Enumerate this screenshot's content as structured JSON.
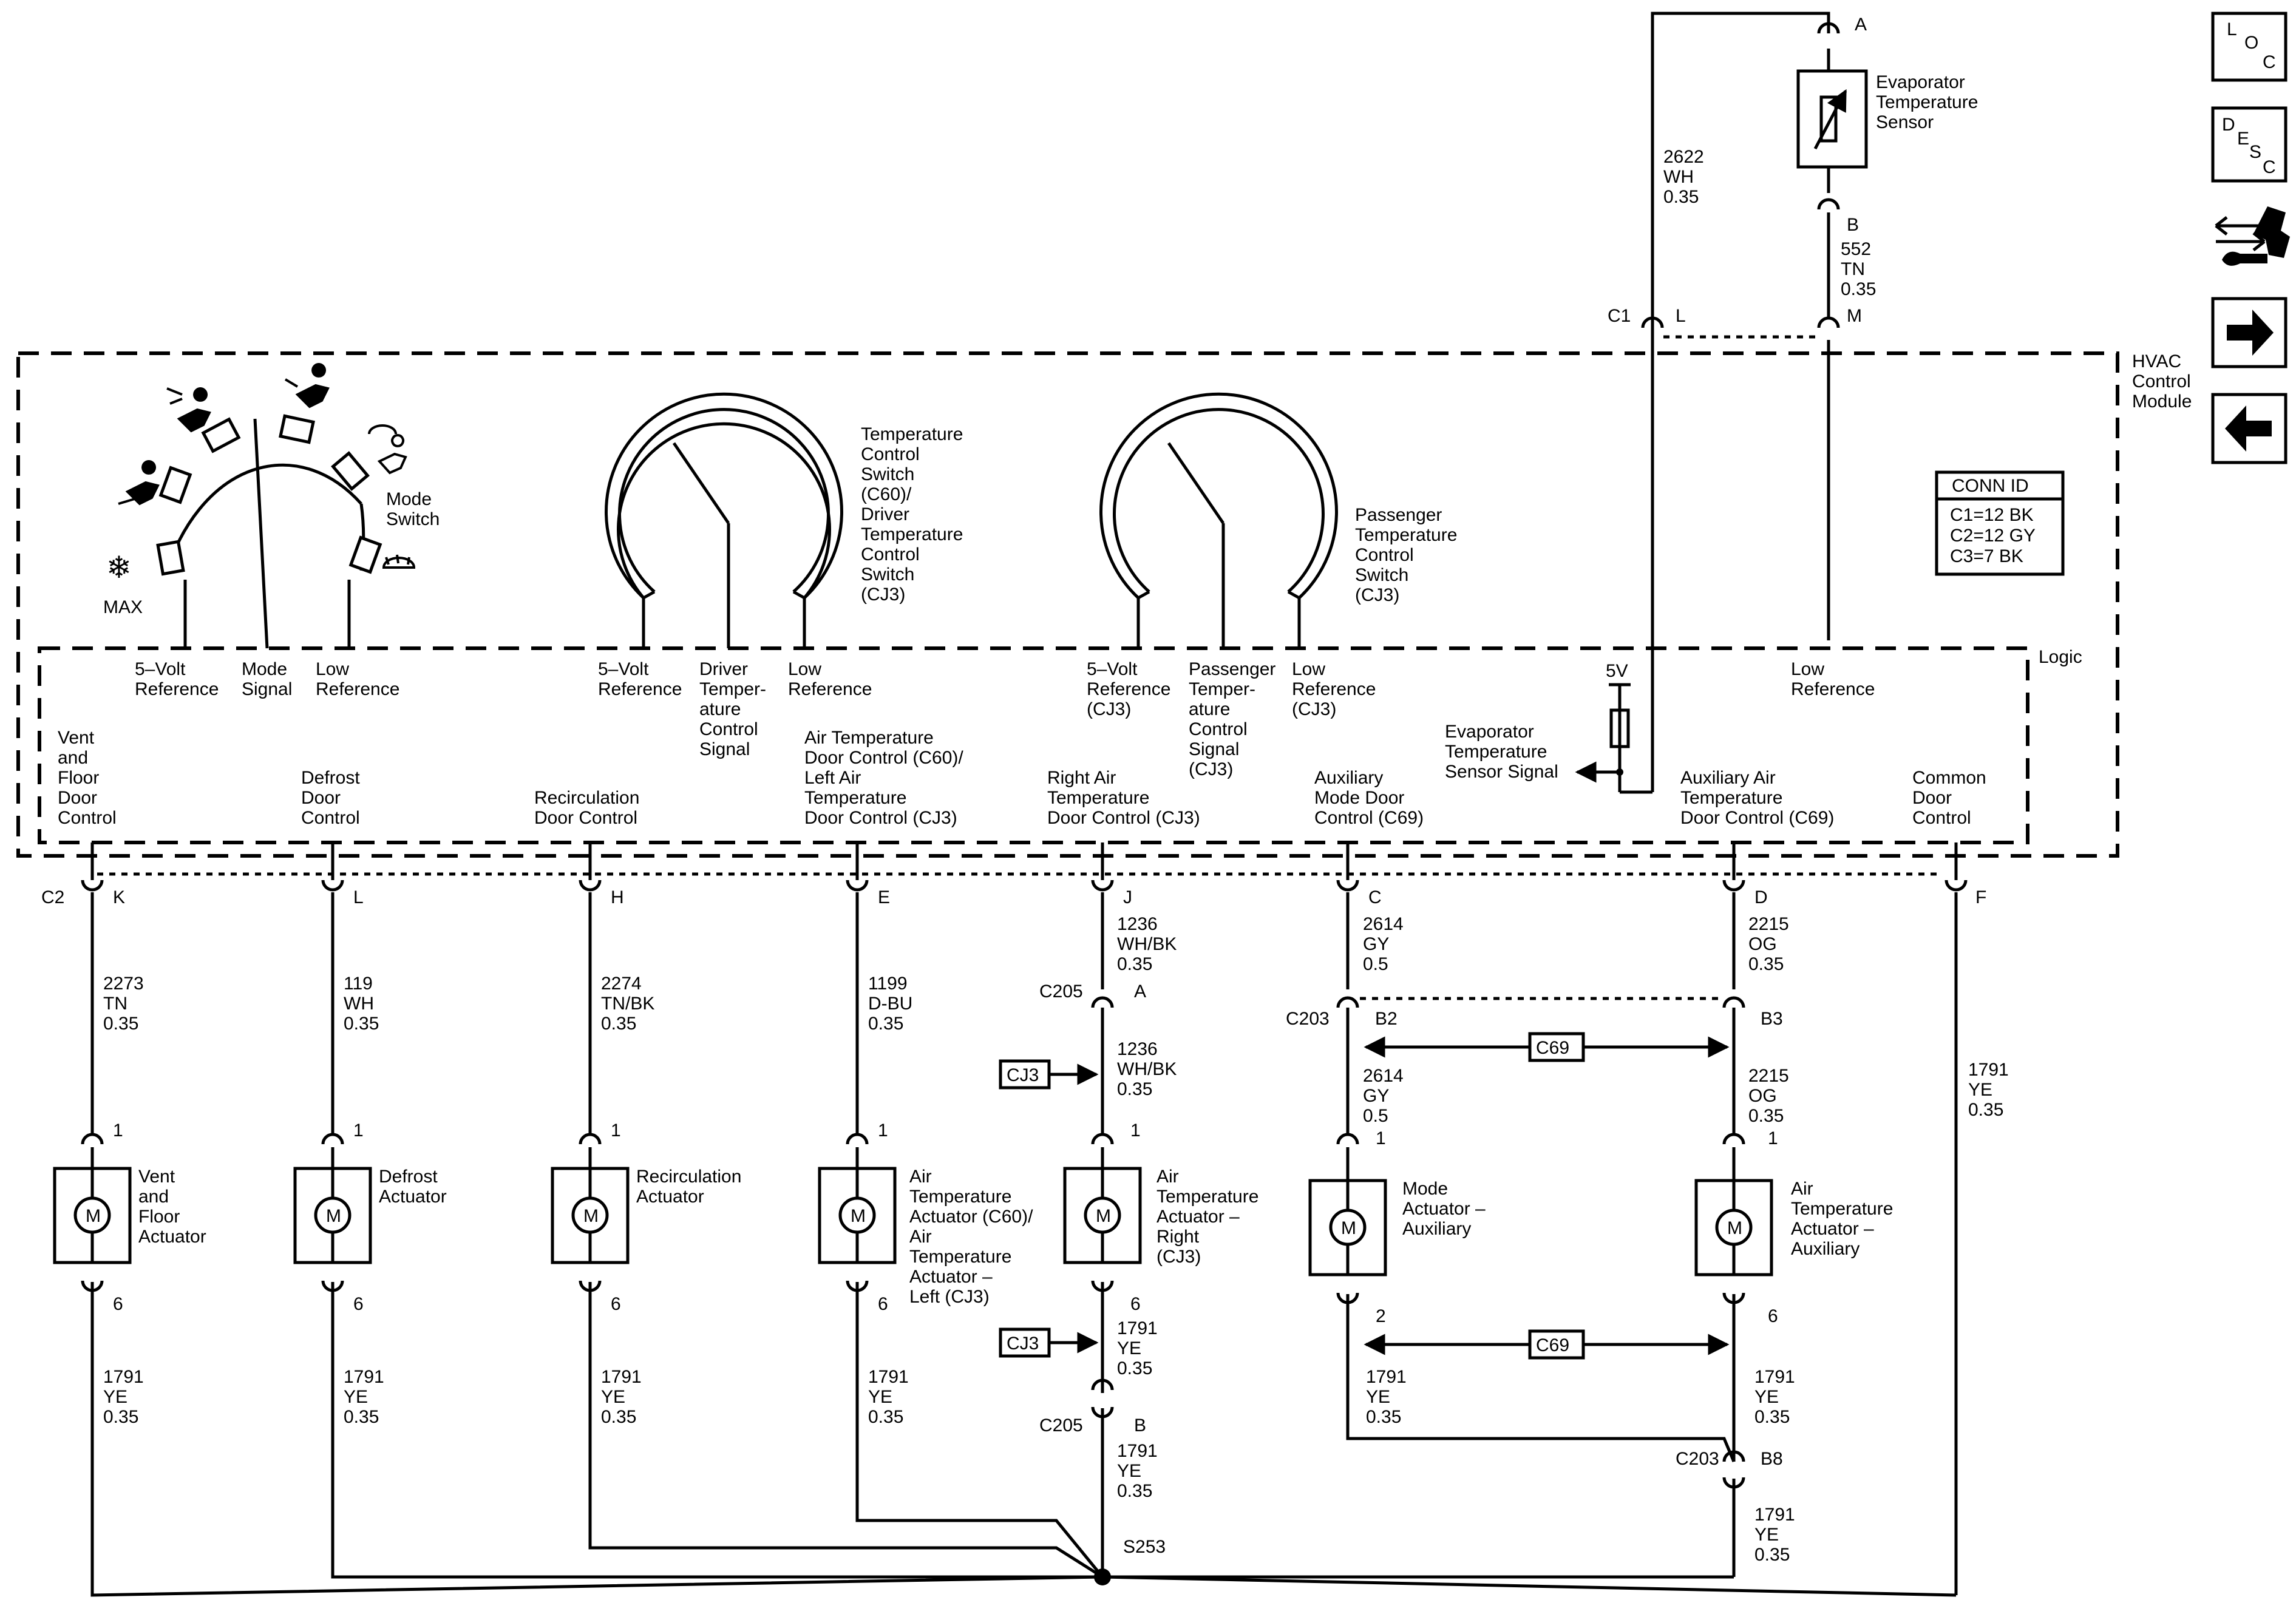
{
  "nav": {
    "loc": {
      "l1": "L",
      "l2": "O",
      "l3": "C"
    },
    "desc": {
      "l1": "D",
      "l2": "E",
      "l3": "S",
      "l4": "C"
    },
    "icons": [
      "connector-diagnostic-icon",
      "next-arrow-icon",
      "previous-arrow-icon"
    ]
  },
  "module": {
    "name_lines": [
      "HVAC",
      "Control",
      "Module"
    ],
    "logic_label": "Logic",
    "conn_title": "CONN ID",
    "conn_lines": [
      "C1=12 BK",
      "C2=12 GY",
      "C3=7 BK"
    ]
  },
  "evap": {
    "sensor_lines": [
      "Evaporator",
      "Temperature",
      "Sensor"
    ],
    "pin_a": "A",
    "pin_b": "B",
    "wire_left": [
      "2622",
      "WH",
      "0.35"
    ],
    "wire_right": [
      "552",
      "TN",
      "0.35"
    ],
    "c1": "C1",
    "pin_l": "L",
    "pin_m": "M",
    "five_v": "5V",
    "signal_lines": [
      "Evaporator",
      "Temperature",
      "Sensor Signal"
    ],
    "low_ref": [
      "Low",
      "Reference"
    ]
  },
  "mode_switch": {
    "label": [
      "Mode",
      "Switch"
    ],
    "max": "MAX",
    "ref5": [
      "5–Volt",
      "Reference"
    ],
    "signal": [
      "Mode",
      "Signal"
    ],
    "low": [
      "Low",
      "Reference"
    ]
  },
  "driver_switch": {
    "label": [
      "Temperature",
      "Control",
      "Switch",
      "(C60)/",
      "Driver",
      "Temperature",
      "Control",
      "Switch",
      "(CJ3)"
    ],
    "ref5": [
      "5–Volt",
      "Reference"
    ],
    "signal": [
      "Driver",
      "Temper-",
      "ature",
      "Control",
      "Signal"
    ],
    "low": [
      "Low",
      "Reference"
    ]
  },
  "pass_switch": {
    "label": [
      "Passenger",
      "Temperature",
      "Control",
      "Switch",
      "(CJ3)"
    ],
    "ref5": [
      "5–Volt",
      "Reference",
      "(CJ3)"
    ],
    "signal": [
      "Passenger",
      "Temper-",
      "ature",
      "Control",
      "Signal",
      "(CJ3)"
    ],
    "low": [
      "Low",
      "Reference",
      "(CJ3)"
    ]
  },
  "outputs": [
    {
      "label": [
        "Vent",
        "and",
        "Floor",
        "Door",
        "Control"
      ],
      "pin": "K"
    },
    {
      "label": [
        "Defrost",
        "Door",
        "Control"
      ],
      "pin": "L"
    },
    {
      "label": [
        "Recirculation",
        "Door Control"
      ],
      "pin": "H"
    },
    {
      "label": [
        "Air Temperature",
        "Door Control (C60)/",
        "Left Air",
        "Temperature",
        "Door Control (CJ3)"
      ],
      "pin": "E"
    },
    {
      "label": [
        "Right Air",
        "Temperature",
        "Door Control (CJ3)"
      ],
      "pin": "J"
    },
    {
      "label": [
        "Auxiliary",
        "Mode Door",
        "Control (C69)"
      ],
      "pin": "C"
    },
    {
      "label": [
        "Auxiliary Air",
        "Temperature",
        "Door Control (C69)"
      ],
      "pin": "D"
    },
    {
      "label": [
        "Common",
        "Door",
        "Control"
      ],
      "pin": "F"
    }
  ],
  "c2": "C2",
  "wires_top": [
    [
      "2273",
      "TN",
      "0.35"
    ],
    [
      "119",
      "WH",
      "0.35"
    ],
    [
      "2274",
      "TN/BK",
      "0.35"
    ],
    [
      "1199",
      "D-BU",
      "0.35"
    ],
    [
      "1236",
      "WH/BK",
      "0.35"
    ],
    [
      "2614",
      "GY",
      "0.5"
    ],
    [
      "2215",
      "OG",
      "0.35"
    ],
    [
      "1791",
      "YE",
      "0.35"
    ]
  ],
  "c205": {
    "name": "C205",
    "pin_a": "A",
    "pin_b": "B"
  },
  "c203": {
    "name": "C203",
    "pin_b2": "B2",
    "pin_b3": "B3",
    "pin_b8": "B8"
  },
  "cj3": "CJ3",
  "c69": "C69",
  "wire_1236b": [
    "1236",
    "WH/BK",
    "0.35"
  ],
  "wire_2614b": [
    "2614",
    "GY",
    "0.5"
  ],
  "wire_2215b": [
    "2215",
    "OG",
    "0.35"
  ],
  "motor_symbol": "M",
  "actuators": [
    {
      "label": [
        "Vent",
        "and",
        "Floor",
        "Actuator"
      ],
      "pin_top": "1",
      "pin_bot": "6"
    },
    {
      "label": [
        "Defrost",
        "Actuator"
      ],
      "pin_top": "1",
      "pin_bot": "6"
    },
    {
      "label": [
        "Recirculation",
        "Actuator"
      ],
      "pin_top": "1",
      "pin_bot": "6"
    },
    {
      "label": [
        "Air",
        "Temperature",
        "Actuator (C60)/",
        "Air",
        "Temperature",
        "Actuator –",
        "Left (CJ3)"
      ],
      "pin_top": "1",
      "pin_bot": "6"
    },
    {
      "label": [
        "Air",
        "Temperature",
        "Actuator –",
        "Right",
        "(CJ3)"
      ],
      "pin_top": "1",
      "pin_bot": "6"
    },
    {
      "label": [
        "Mode",
        "Actuator –",
        "Auxiliary"
      ],
      "pin_top": "1",
      "pin_bot": "2"
    },
    {
      "label": [
        "Air",
        "Temperature",
        "Actuator –",
        "Auxiliary"
      ],
      "pin_top": "1",
      "pin_bot": "6"
    }
  ],
  "ground_wire": [
    "1791",
    "YE",
    "0.35"
  ],
  "splice": "S253"
}
